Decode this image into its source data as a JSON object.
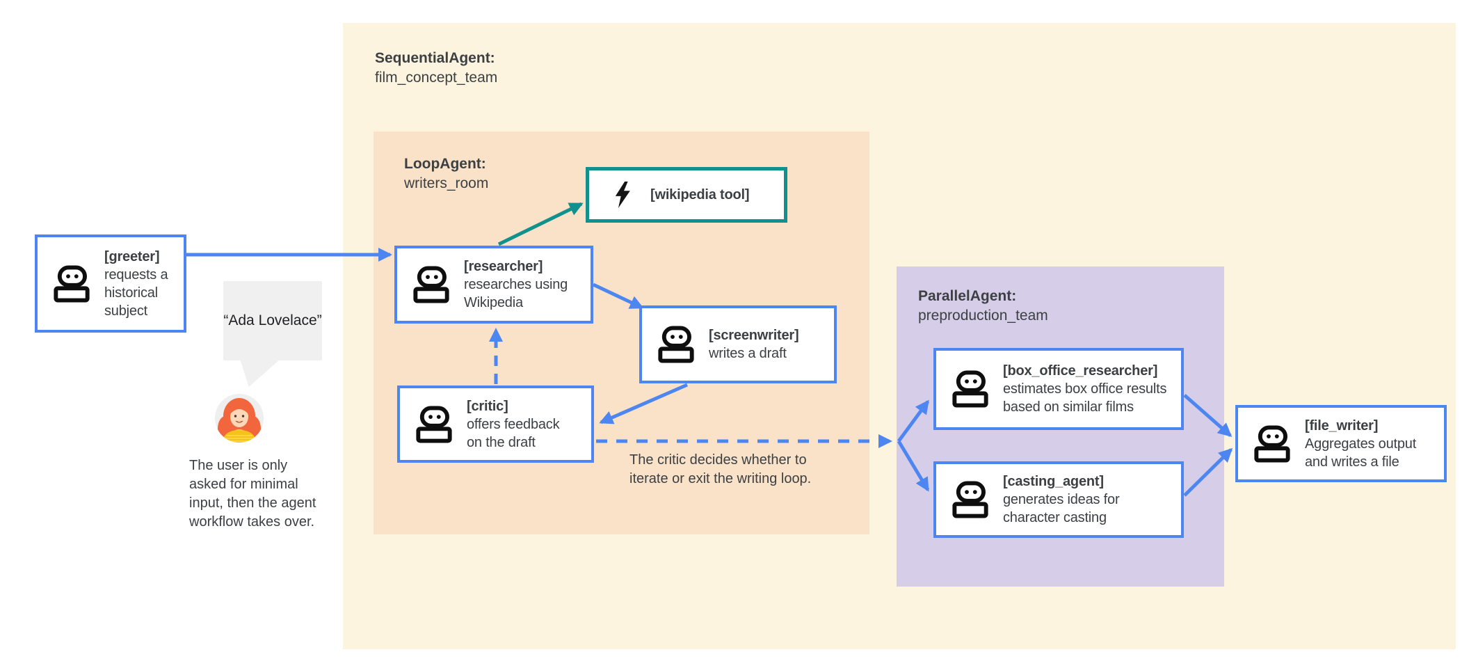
{
  "regions": {
    "sequential": {
      "type_label": "SequentialAgent:",
      "name": "film_concept_team",
      "color": "#fcf4de"
    },
    "loop": {
      "type_label": "LoopAgent:",
      "name": "writers_room",
      "color": "#fae2c8"
    },
    "parallel": {
      "type_label": "ParallelAgent:",
      "name": "preproduction_team",
      "color": "#d6cee9"
    }
  },
  "nodes": {
    "greeter": {
      "title": "[greeter]",
      "desc": "requests a historical subject"
    },
    "researcher": {
      "title": "[researcher]",
      "desc": "researches using Wikipedia"
    },
    "wikipedia_tool": {
      "title": "[wikipedia tool]",
      "desc": ""
    },
    "screenwriter": {
      "title": "[screenwriter]",
      "desc": "writes a draft"
    },
    "critic": {
      "title": "[critic]",
      "desc": "offers feedback on the draft"
    },
    "box_office_researcher": {
      "title": "[box_office_researcher]",
      "desc": "estimates box office results based on similar films"
    },
    "casting_agent": {
      "title": "[casting_agent]",
      "desc": "generates ideas for character casting"
    },
    "file_writer": {
      "title": "[file_writer]",
      "desc": "Aggregates output and writes a file"
    }
  },
  "annotations": {
    "speech_bubble": "“Ada Lovelace”",
    "user_note": "The user is only asked for minimal input, then the agent workflow takes over.",
    "loop_note": "The critic decides whether to iterate or exit the writing loop."
  },
  "icons": {
    "agent": "robot-face-icon",
    "tool": "lightning-bolt-icon",
    "user": "woman-avatar-icon"
  },
  "edges": [
    {
      "from": "greeter",
      "to": "researcher",
      "style": "solid",
      "color": "blue"
    },
    {
      "from": "researcher",
      "to": "wikipedia_tool",
      "style": "solid",
      "color": "teal"
    },
    {
      "from": "researcher",
      "to": "screenwriter",
      "style": "solid",
      "color": "blue"
    },
    {
      "from": "screenwriter",
      "to": "critic",
      "style": "solid",
      "color": "blue"
    },
    {
      "from": "critic",
      "to": "researcher",
      "style": "dashed",
      "color": "blue"
    },
    {
      "from": "critic",
      "to": "preproduction_team",
      "style": "dashed",
      "color": "blue"
    },
    {
      "from": "preproduction_fork",
      "to": "box_office_researcher",
      "style": "solid",
      "color": "blue"
    },
    {
      "from": "preproduction_fork",
      "to": "casting_agent",
      "style": "solid",
      "color": "blue"
    },
    {
      "from": "box_office_researcher",
      "to": "file_writer",
      "style": "solid",
      "color": "blue"
    },
    {
      "from": "casting_agent",
      "to": "file_writer",
      "style": "solid",
      "color": "blue"
    }
  ],
  "colors": {
    "edge_blue": "#4d86f1",
    "edge_teal": "#11918e",
    "node_border_blue": "#4d86f1",
    "tool_border_teal": "#11918e",
    "text_dark": "#3c4043",
    "bubble_gray": "#f0f0f0"
  }
}
